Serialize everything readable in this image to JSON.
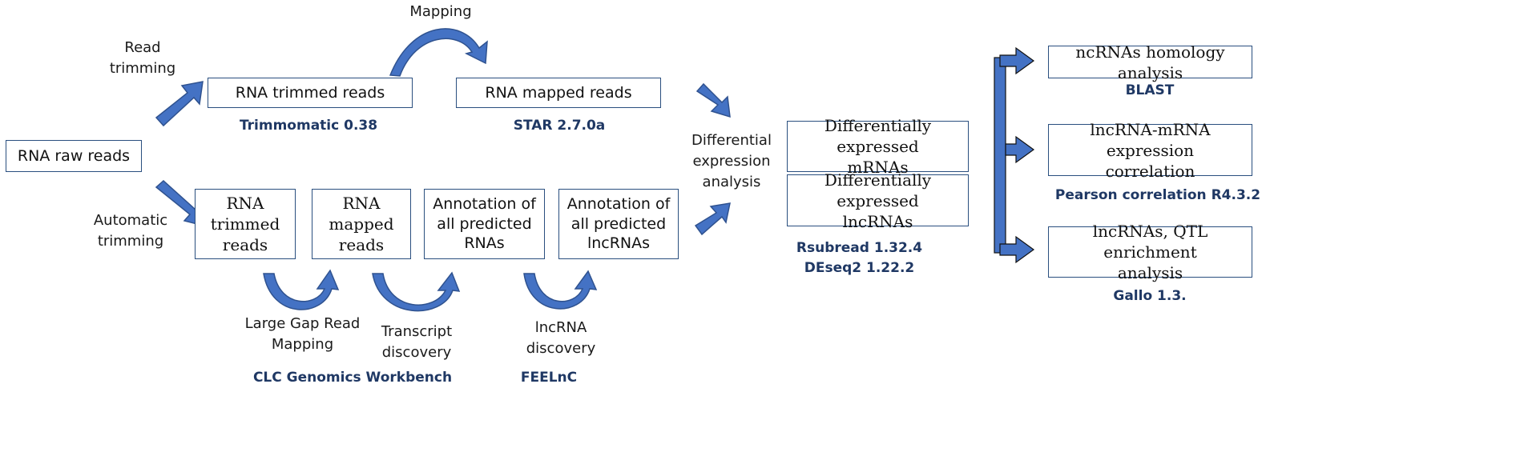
{
  "colors": {
    "arrow_fill": "#4472c4",
    "arrow_stroke": "#2f528f",
    "box_border": "#2a4f7f",
    "tool_text": "#1f3864"
  },
  "boxes": {
    "raw_reads": "RNA raw reads",
    "trimmed_reads_top": "RNA trimmed reads",
    "mapped_reads_top": "RNA mapped reads",
    "trimmed_reads_bottom": "RNA\ntrimmed\nreads",
    "mapped_reads_bottom": "RNA\nmapped\nreads",
    "annotation_rnas": "Annotation of\nall predicted\nRNAs",
    "annotation_lncrnas": "Annotation of\nall predicted\nlncRNAs",
    "de_mrnas": "Differentially expressed\nmRNAs",
    "de_lncrnas": "Differentially expressed\nlncRNAs",
    "homology": "ncRNAs homology analysis",
    "correlation": "lncRNA-mRNA expression\ncorrelation",
    "qtl": "lncRNAs, QTL enrichment\nanalysis"
  },
  "labels": {
    "read_trimming": "Read\ntrimming",
    "mapping": "Mapping",
    "automatic_trimming": "Automatic\ntrimming",
    "large_gap": "Large Gap Read\nMapping",
    "transcript_discovery": "Transcript\ndiscovery",
    "lncrna_discovery": "lncRNA\ndiscovery",
    "differential_expression": "Differential\nexpression\nanalysis"
  },
  "tools": {
    "trimmomatic": "Trimmomatic 0.38",
    "star": "STAR 2.7.0a",
    "clc": "CLC Genomics Workbench",
    "feelnc": "FEELnC",
    "rsubread_deseq2": "Rsubread 1.32.4\nDEseq2 1.22.2",
    "blast": "BLAST",
    "pearson": "Pearson correlation R4.3.2",
    "gallo": "Gallo 1.3."
  }
}
